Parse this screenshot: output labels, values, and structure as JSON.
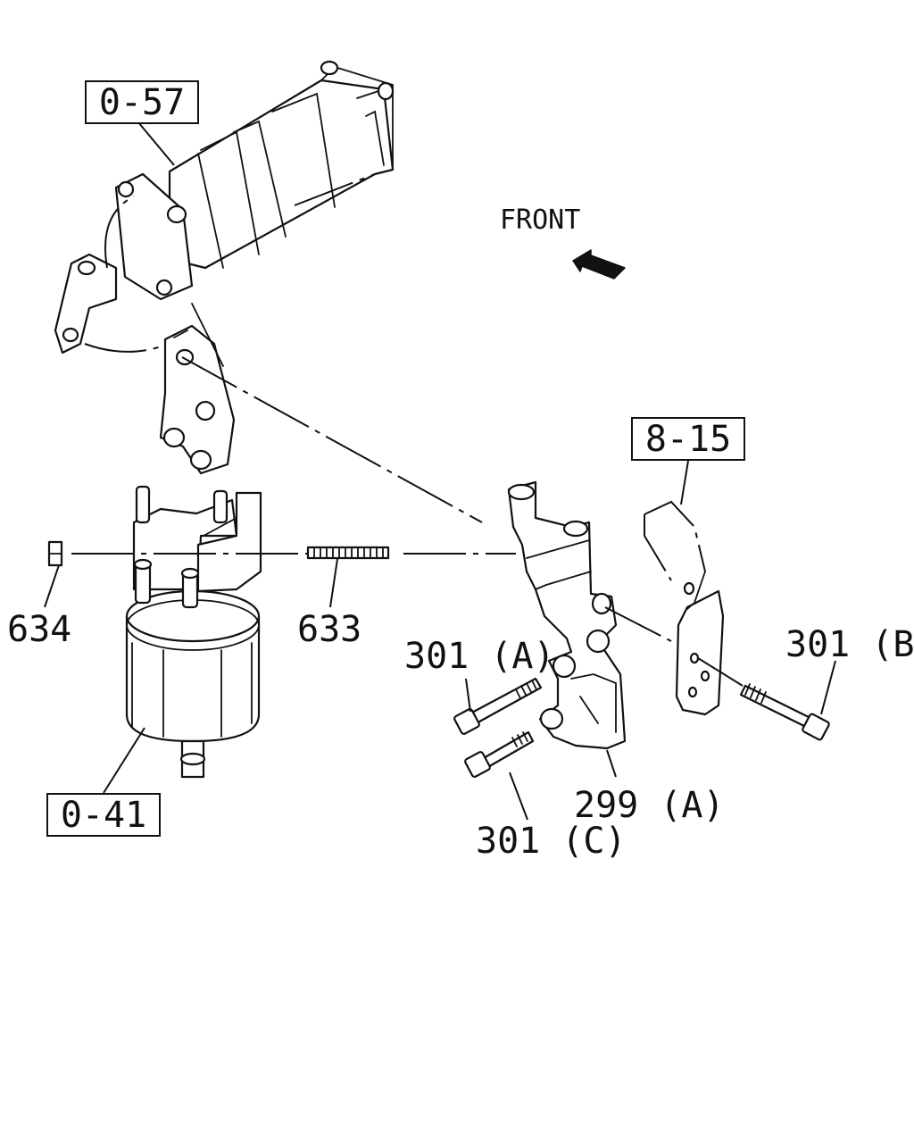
{
  "direction_label": "FRONT",
  "reference_boxes": {
    "intake": "0-57",
    "bracket_ref": "8-15",
    "filter": "0-41"
  },
  "callouts": {
    "p634": "634",
    "p633": "633",
    "p301a": "301 (A)",
    "p301b": "301 (B)",
    "p301c": "301 (C)",
    "p299a": "299 (A)"
  },
  "icons": {
    "direction": "front-arrow-icon"
  }
}
